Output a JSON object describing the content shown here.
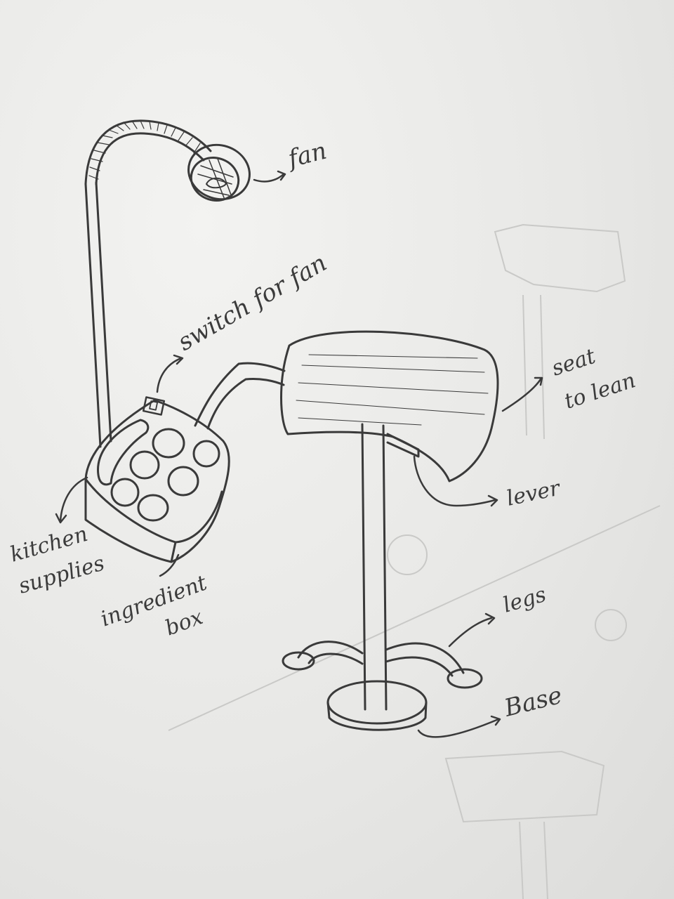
{
  "labels": {
    "fan": "fan",
    "switch_for_fan": "switch for fan",
    "seat_to_lean_line1": "seat",
    "seat_to_lean_line2": "to lean",
    "lever": "lever",
    "kitchen_supplies_line1": "kitchen",
    "kitchen_supplies_line2": "supplies",
    "ingredient_box_line1": "ingredient",
    "ingredient_box_line2": "box",
    "legs": "legs",
    "base": "Base"
  },
  "colors": {
    "paper": "#e9e9e7",
    "pencil": "#3a3a3a",
    "shading": "#bdbdbb"
  }
}
